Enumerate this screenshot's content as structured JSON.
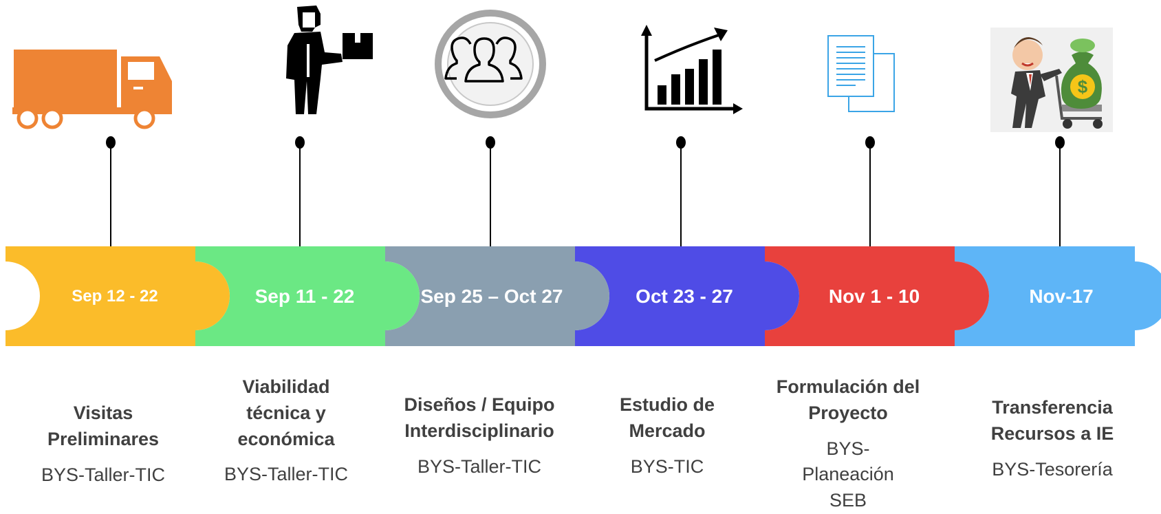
{
  "steps": [
    {
      "date": "Sep 12 - 22",
      "title": "Visitas Preliminares",
      "owner": "BYS-Taller-TIC",
      "color": "#FBBC2A",
      "icon": "truck-icon"
    },
    {
      "date": "Sep 11 - 22",
      "title": "Viabilidad técnica y económica",
      "owner": "BYS-Taller-TIC",
      "color": "#6BE884",
      "icon": "delivery-person-icon"
    },
    {
      "date": "Sep 25 – Oct 27",
      "title": "Diseños / Equipo Interdisciplinario",
      "owner": "BYS-Taller-TIC",
      "color": "#8A9FB0",
      "icon": "team-icon"
    },
    {
      "date": "Oct 23 - 27",
      "title": "Estudio de Mercado",
      "owner": "BYS-TIC",
      "color": "#4F4CE6",
      "icon": "growth-chart-icon"
    },
    {
      "date": "Nov 1 - 10",
      "title": "Formulación del Proyecto",
      "owner": "BYS-Planeación SEB",
      "color": "#E8413D",
      "icon": "documents-icon"
    },
    {
      "date": "Nov-17",
      "title": "Transferencia Recursos a IE",
      "owner": "BYS-Tesorería",
      "color": "#5EB5F7",
      "icon": "money-transfer-icon"
    }
  ]
}
